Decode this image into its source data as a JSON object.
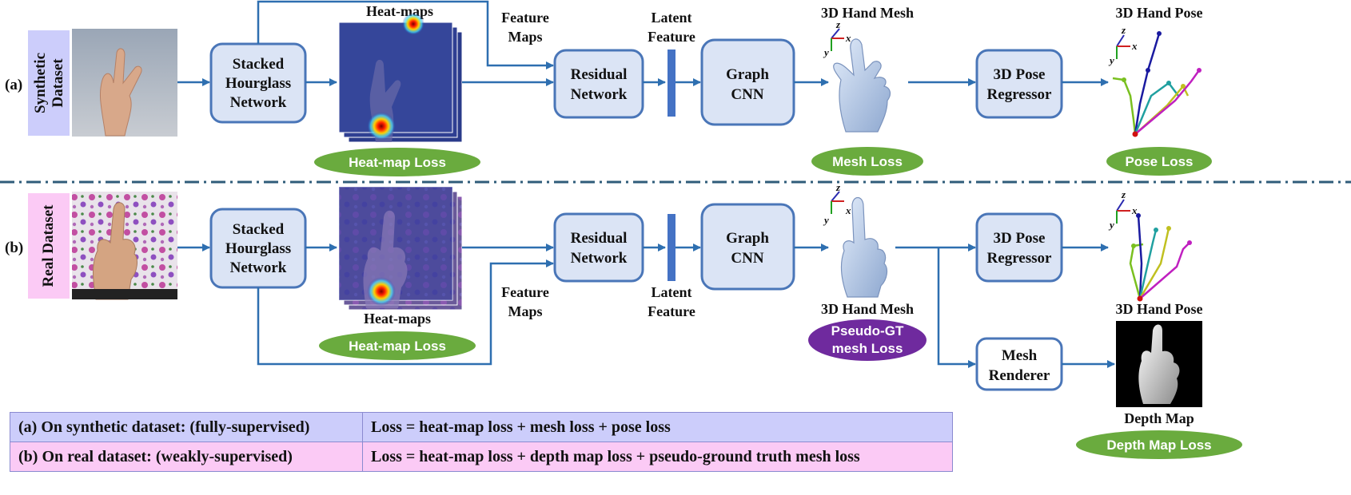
{
  "row_a": {
    "tag": "(a)",
    "dataset_label": "Synthetic Dataset",
    "dataset_lines": [
      "Synthetic",
      "Dataset"
    ],
    "hourglass_lines": [
      "Stacked",
      "Hourglass",
      "Network"
    ],
    "heatmaps_label": "Heat-maps",
    "feature_maps_lines": [
      "Feature",
      "Maps"
    ],
    "residual_lines": [
      "Residual",
      "Network"
    ],
    "latent_lines": [
      "Latent",
      "Feature"
    ],
    "graph_lines": [
      "Graph",
      "CNN"
    ],
    "mesh_label": "3D Hand Mesh",
    "regressor_lines": [
      "3D Pose",
      "Regressor"
    ],
    "pose_label": "3D Hand Pose",
    "heatmap_loss": "Heat-map Loss",
    "mesh_loss": "Mesh Loss",
    "pose_loss": "Pose Loss"
  },
  "row_b": {
    "tag": "(b)",
    "dataset_label": "Real Dataset",
    "hourglass_lines": [
      "Stacked",
      "Hourglass",
      "Network"
    ],
    "heatmaps_label": "Heat-maps",
    "feature_maps_lines": [
      "Feature",
      "Maps"
    ],
    "residual_lines": [
      "Residual",
      "Network"
    ],
    "latent_lines": [
      "Latent",
      "Feature"
    ],
    "graph_lines": [
      "Graph",
      "CNN"
    ],
    "mesh_label": "3D Hand Mesh",
    "regressor_lines": [
      "3D Pose",
      "Regressor"
    ],
    "pose_label": "3D Hand Pose",
    "renderer_lines": [
      "Mesh",
      "Renderer"
    ],
    "depth_label": "Depth Map",
    "heatmap_loss": "Heat-map Loss",
    "pseudo_loss_lines": [
      "Pseudo-GT",
      "mesh Loss"
    ],
    "depth_loss": "Depth Map Loss"
  },
  "axes": {
    "x": "x",
    "y": "y",
    "z": "z"
  },
  "legend": {
    "rows": [
      {
        "setting": "(a) On synthetic dataset: (fully-supervised)",
        "loss": "Loss = heat-map loss + mesh loss + pose loss"
      },
      {
        "setting": "(b) On real dataset: (weakly-supervised)",
        "loss": "Loss = heat-map loss + depth map loss + pseudo-ground truth mesh loss"
      }
    ]
  },
  "colors": {
    "block_fill": "#dbe4f5",
    "block_stroke": "#4a76b8",
    "arrow": "#2e6fb0",
    "loss_green": "#6aab3e",
    "loss_purple": "#6f2a9e",
    "synthetic_bg": "#cccdfb",
    "real_bg": "#fbcaf5",
    "latent_bar": "#4472c4",
    "divider": "#2f5c7a"
  }
}
